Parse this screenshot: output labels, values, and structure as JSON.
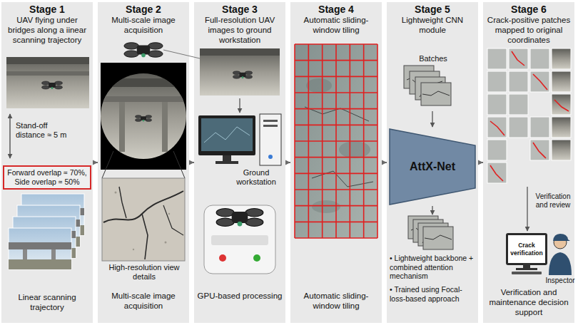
{
  "diagram": {
    "nodes": [
      {
        "text": [
          "Stage 1",
          "UAV flying under bridges along a iinear scanning trajectory",
          "Linear scanning trajectory"
        ]
      },
      {
        "text": [
          "Forward overlap ≈ 70%, Side overlap ≈ 50%"
        ],
        "in": 0
      },
      {
        "text": [
          "Stage 2",
          "Multi-scale image acquisition",
          "Multi-scale image acquisition"
        ]
      },
      {
        "text": [
          "Stage 3",
          "Full-resolution UAV images to ground workstation",
          "GPU-based processing"
        ]
      },
      {
        "text": [
          "Stage 4",
          "Automatic sliding-window tiling",
          "Automatic sliding-window tiling"
        ]
      },
      {
        "text": [
          "Stage 5",
          "Lightweight CNN module"
        ]
      },
      {
        "text": [
          "AttX-Net"
        ],
        "in": 5
      },
      {
        "text": [
          "Stage 6",
          "Crack-positive patches mapped to original coordinates",
          "Verification and maintenance decision support"
        ]
      },
      {
        "text": [
          "Crack verification"
        ],
        "in": 7
      }
    ],
    "edges": [
      {
        "from": 0,
        "to": 2,
        "arrow": "to"
      },
      {
        "from": 2,
        "to": 3,
        "arrow": "to"
      },
      {
        "from": 3,
        "to": 4,
        "arrow": "to"
      },
      {
        "from": 4,
        "to": 5,
        "arrow": "to"
      },
      {
        "from": 5,
        "to": 7,
        "arrow": "to"
      }
    ],
    "labels": [
      "Stand-off distance ≈ 5 m",
      "High-resolution view details",
      "Ground workstation",
      "Batches",
      "• Lightweight backbone + combined attention mechanism",
      "• Trained using Focal-loss-based approach",
      "Verification and review",
      "Inspector"
    ]
  }
}
